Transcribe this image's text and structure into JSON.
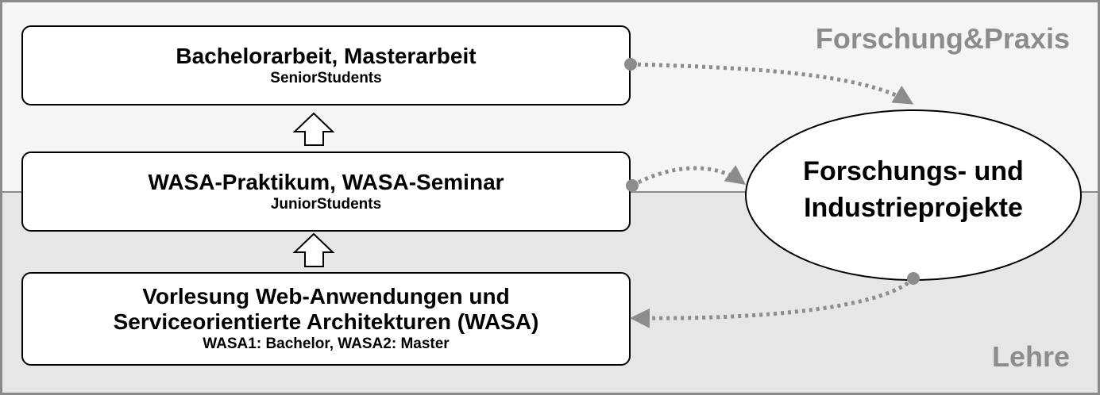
{
  "regions": {
    "top_label": "Forschung&Praxis",
    "bottom_label": "Lehre"
  },
  "boxes": {
    "thesis": {
      "title": "Bachelorarbeit,  Masterarbeit",
      "subtitle": "SeniorStudents"
    },
    "practical": {
      "title": "WASA-Praktikum,  WASA-Seminar",
      "subtitle": "JuniorStudents"
    },
    "lecture": {
      "title_line1": "Vorlesung  Web-Anwendungen  und",
      "title_line2": "Serviceorientierte  Architekturen  (WASA)",
      "subtitle": "WASA1:  Bachelor,  WASA2:  Master"
    }
  },
  "projects": {
    "line1": "Forschungs- und",
    "line2": "Industrieprojekte"
  },
  "colors": {
    "connector": "#8c8c8c",
    "top_band": "#f5f5f5",
    "bottom_band": "#e6e6e6",
    "frame": "#8a8a8a"
  }
}
